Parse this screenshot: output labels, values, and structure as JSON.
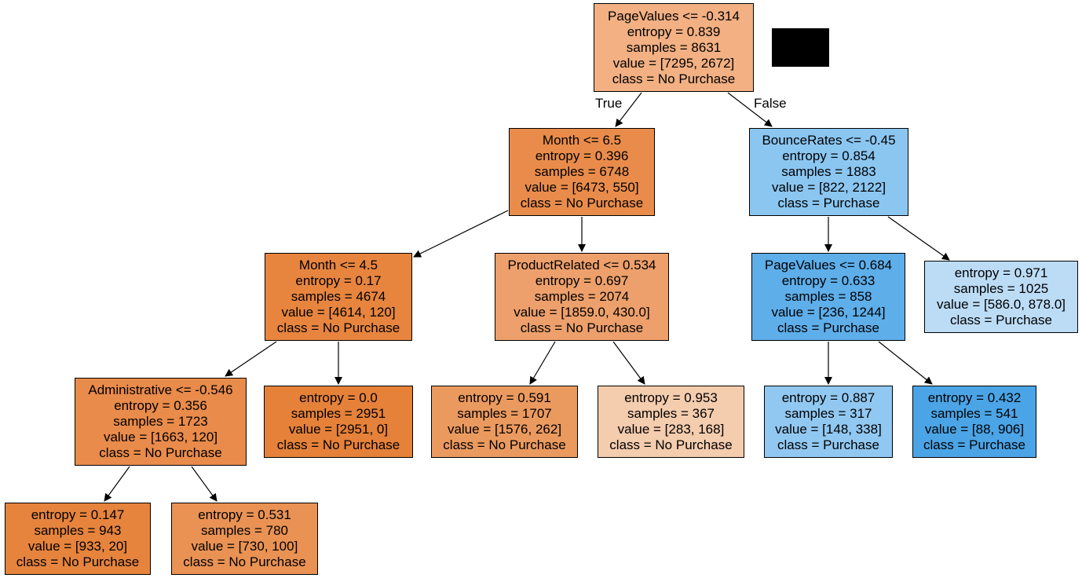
{
  "colors": {
    "no_purchase_light": "#f2b083",
    "no_purchase_mid": "#eb9a5f",
    "no_purchase_dark": "#e88242",
    "purchase_light": "#8bc6f1",
    "purchase_mid": "#5ba9e9",
    "purchase_dark": "#4ca3e6",
    "leaf_peach": "#f4ccae",
    "leaf_pale_blue": "#bcdcf6",
    "edge": "#000000",
    "redaction": "#000000"
  },
  "edge_labels": {
    "true_label": "True",
    "false_label": "False"
  },
  "nodes": {
    "root": {
      "lines": [
        "PageValues <= -0.314",
        "entropy = 0.839",
        "samples = 8631",
        "value = [7295, 2672]",
        "class = No Purchase"
      ]
    },
    "month_65": {
      "lines": [
        "Month <= 6.5",
        "entropy = 0.396",
        "samples = 6748",
        "value = [6473, 550]",
        "class = No Purchase"
      ]
    },
    "bounce": {
      "lines": [
        "BounceRates <= -0.45",
        "entropy = 0.854",
        "samples = 1883",
        "value = [822, 2122]",
        "class = Purchase"
      ]
    },
    "month_45": {
      "lines": [
        "Month <= 4.5",
        "entropy = 0.17",
        "samples = 4674",
        "value = [4614, 120]",
        "class = No Purchase"
      ]
    },
    "product_related": {
      "lines": [
        "ProductRelated <= 0.534",
        "entropy = 0.697",
        "samples = 2074",
        "value = [1859.0, 430.0]",
        "class = No Purchase"
      ]
    },
    "pagevalues_684": {
      "lines": [
        "PageValues <= 0.684",
        "entropy = 0.633",
        "samples = 858",
        "value = [236, 1244]",
        "class = Purchase"
      ]
    },
    "leaf_971": {
      "lines": [
        "entropy = 0.971",
        "samples = 1025",
        "value = [586.0, 878.0]",
        "class = Purchase"
      ]
    },
    "administrative": {
      "lines": [
        "Administrative <= -0.546",
        "entropy = 0.356",
        "samples = 1723",
        "value = [1663, 120]",
        "class = No Purchase"
      ]
    },
    "leaf_0": {
      "lines": [
        "entropy = 0.0",
        "samples = 2951",
        "value = [2951, 0]",
        "class = No Purchase"
      ]
    },
    "leaf_591": {
      "lines": [
        "entropy = 0.591",
        "samples = 1707",
        "value = [1576, 262]",
        "class = No Purchase"
      ]
    },
    "leaf_953": {
      "lines": [
        "entropy = 0.953",
        "samples = 367",
        "value = [283, 168]",
        "class = No Purchase"
      ]
    },
    "leaf_887": {
      "lines": [
        "entropy = 0.887",
        "samples = 317",
        "value = [148, 338]",
        "class = Purchase"
      ]
    },
    "leaf_432": {
      "lines": [
        "entropy = 0.432",
        "samples = 541",
        "value = [88, 906]",
        "class = Purchase"
      ]
    },
    "leaf_147": {
      "lines": [
        "entropy = 0.147",
        "samples = 943",
        "value = [933, 20]",
        "class = No Purchase"
      ]
    },
    "leaf_531": {
      "lines": [
        "entropy = 0.531",
        "samples = 780",
        "value = [730, 100]",
        "class = No Purchase"
      ]
    }
  }
}
